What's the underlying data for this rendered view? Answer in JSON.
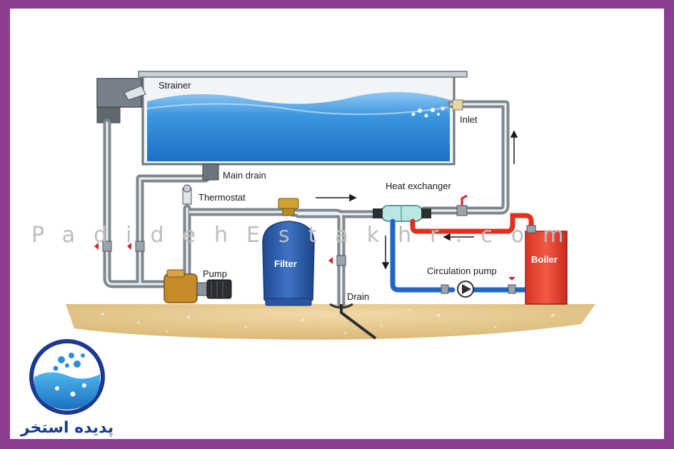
{
  "labels": {
    "strainer": "Strainer",
    "inlet": "Inlet",
    "main_drain": "Main drain",
    "thermostat": "Thermostat",
    "heat_exchanger": "Heat exchanger",
    "filter": "Filter",
    "pump": "Pump",
    "circulation_pump": "Circulation pump",
    "boiler": "Boiler",
    "drain": "Drain"
  },
  "watermark": "PadidehEstakhr.com",
  "logo": {
    "text": "پدیده استخر"
  },
  "colors": {
    "frame": "#8b3f8f",
    "water": "#2a84d8",
    "hot_pipe": "#e0301e",
    "cold_pipe": "#1f66c8",
    "filter": "#2d5aa8",
    "boiler": "#e8402e",
    "ground": "#e6c98d"
  }
}
